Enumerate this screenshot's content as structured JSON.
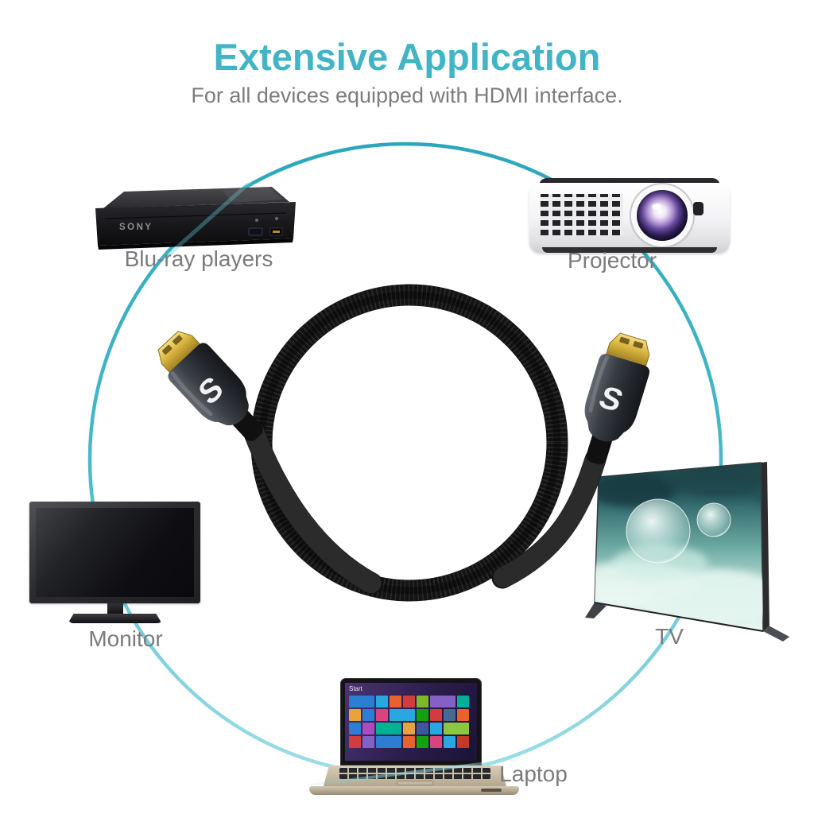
{
  "header": {
    "title": "Extensive Application",
    "subtitle": "For all devices equipped with HDMI interface."
  },
  "labels": {
    "bluray": "Blu-ray players",
    "projector": "Projector",
    "monitor": "Monitor",
    "tv": "TV",
    "laptop": "Laptop"
  },
  "bluray_brand": "SONY",
  "laptop_screen": {
    "start_label": "Start"
  },
  "cable": {
    "logo": "S"
  },
  "colors": {
    "accent": "#41b4c6",
    "label_gray": "#7b7b7d",
    "ring_top": "#2aa7bc",
    "ring_mid": "#49b9c9",
    "ring_bottom": "#9fdfe7",
    "cable_black": "#141414",
    "connector_gunmetal": "#3a3e45",
    "plug_gold": "#d9b53f"
  },
  "laptop_tiles": [
    {
      "c": "#2d7dd2",
      "w": 2
    },
    {
      "c": "#29a8e0",
      "w": 1
    },
    {
      "c": "#e8622c",
      "w": 1
    },
    {
      "c": "#d23c3c",
      "w": 1
    },
    {
      "c": "#7db72c",
      "w": 1
    },
    {
      "c": "#8661c5",
      "w": 2
    },
    {
      "c": "#00b294",
      "w": 1
    },
    {
      "c": "#e8a33d",
      "w": 1
    },
    {
      "c": "#2d7dd2",
      "w": 1
    },
    {
      "c": "#d9437e",
      "w": 1
    },
    {
      "c": "#29a8e0",
      "w": 2
    },
    {
      "c": "#13a10e",
      "w": 1
    },
    {
      "c": "#d23c3c",
      "w": 1
    },
    {
      "c": "#486991",
      "w": 1
    },
    {
      "c": "#e8622c",
      "w": 1
    },
    {
      "c": "#2d7dd2",
      "w": 1
    },
    {
      "c": "#a84cc0",
      "w": 1
    },
    {
      "c": "#00b294",
      "w": 2
    },
    {
      "c": "#e8a33d",
      "w": 1
    },
    {
      "c": "#3b5998",
      "w": 1
    },
    {
      "c": "#29a8e0",
      "w": 1
    },
    {
      "c": "#8dc63f",
      "w": 2
    },
    {
      "c": "#d23c3c",
      "w": 1
    },
    {
      "c": "#8661c5",
      "w": 1
    },
    {
      "c": "#2d7dd2",
      "w": 2
    },
    {
      "c": "#e8622c",
      "w": 1
    },
    {
      "c": "#13a10e",
      "w": 1
    },
    {
      "c": "#d9437e",
      "w": 1
    },
    {
      "c": "#29a8e0",
      "w": 1
    },
    {
      "c": "#c0392b",
      "w": 1
    }
  ]
}
